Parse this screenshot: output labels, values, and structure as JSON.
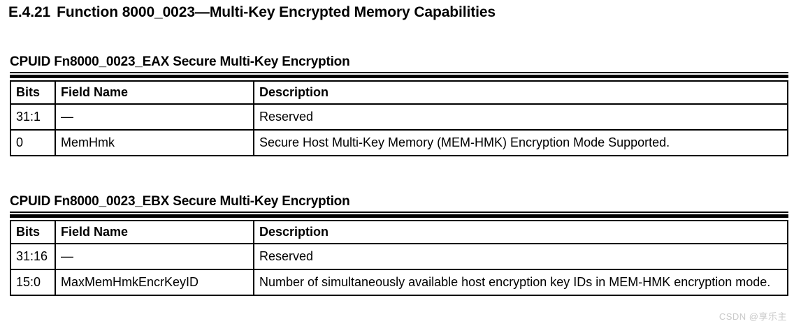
{
  "document": {
    "section_number": "E.4.21",
    "section_title": "Function 8000_0023—Multi-Key Encrypted Memory Capabilities"
  },
  "tables": [
    {
      "id": "eax",
      "heading": "CPUID Fn8000_0023_EAX Secure Multi-Key Encryption",
      "columns": [
        "Bits",
        "Field Name",
        "Description"
      ],
      "rows": [
        {
          "bits": "31:1",
          "field_name": "—",
          "description": "Reserved"
        },
        {
          "bits": "0",
          "field_name": "MemHmk",
          "description": "Secure Host Multi-Key Memory (MEM-HMK) Encryption Mode Supported."
        }
      ]
    },
    {
      "id": "ebx",
      "heading": "CPUID Fn8000_0023_EBX Secure Multi-Key Encryption",
      "columns": [
        "Bits",
        "Field Name",
        "Description"
      ],
      "rows": [
        {
          "bits": "31:16",
          "field_name": "—",
          "description": "Reserved"
        },
        {
          "bits": "15:0",
          "field_name": "MaxMemHmkEncrKeyID",
          "description": "Number of simultaneously available host encryption key IDs in MEM-HMK encryption mode."
        }
      ]
    }
  ],
  "watermark": {
    "text": "CSDN @享乐主"
  },
  "colors": {
    "text": "#000000",
    "background": "#ffffff",
    "border": "#000000",
    "watermark": "#c9c9c9"
  }
}
